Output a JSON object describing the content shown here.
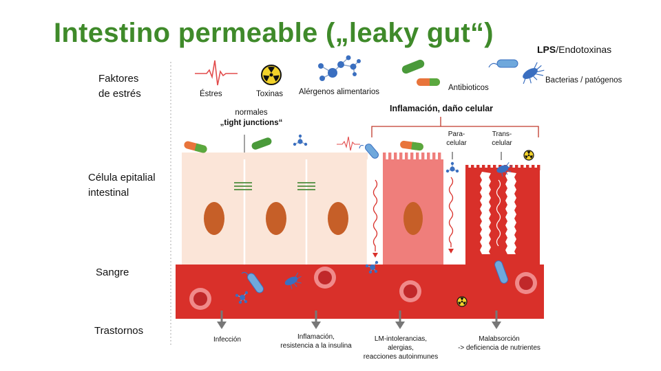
{
  "title": "Intestino permeable („leaky gut“)",
  "lps": {
    "bold": "LPS",
    "rest": "/Endotoxinas"
  },
  "row_labels": {
    "stress": [
      "Faktores",
      "de estrés"
    ],
    "epithelial": [
      "Célula epitalial",
      "intestinal"
    ],
    "blood": "Sangre",
    "disorders": "Trastornos"
  },
  "stress_factors": {
    "stress": "Éstres",
    "toxins": "Toxinas",
    "allergens": "Alérgenos alimentarios",
    "antibiotics": "Antibioticos",
    "bacteria": "Bacterias / patógenos"
  },
  "tight_junctions": {
    "line1": "normales",
    "line2": "„tight junctions“"
  },
  "inflammation": "Inflamación, daño celular",
  "routes": {
    "paracellular": [
      "Para-",
      "celular"
    ],
    "transcellular": [
      "Trans-",
      "celular"
    ]
  },
  "disorders": [
    [
      "Infección"
    ],
    [
      "Inflamación,",
      "resistencia a la insulina"
    ],
    [
      "LM-intolerancias,",
      "alergias,",
      "reacciones autoinmunes"
    ],
    [
      "Malabsorción",
      "-> deficiencia de nutrientes"
    ]
  ],
  "colors": {
    "title_green": "#3f8a2a",
    "healthy_cell": "#fbe5d8",
    "inflamed_cell": "#ef7e7b",
    "damaged_cell": "#d9302a",
    "blood": "#d9302a",
    "nucleus": "#c65f28",
    "pathway": "#d9302a"
  }
}
